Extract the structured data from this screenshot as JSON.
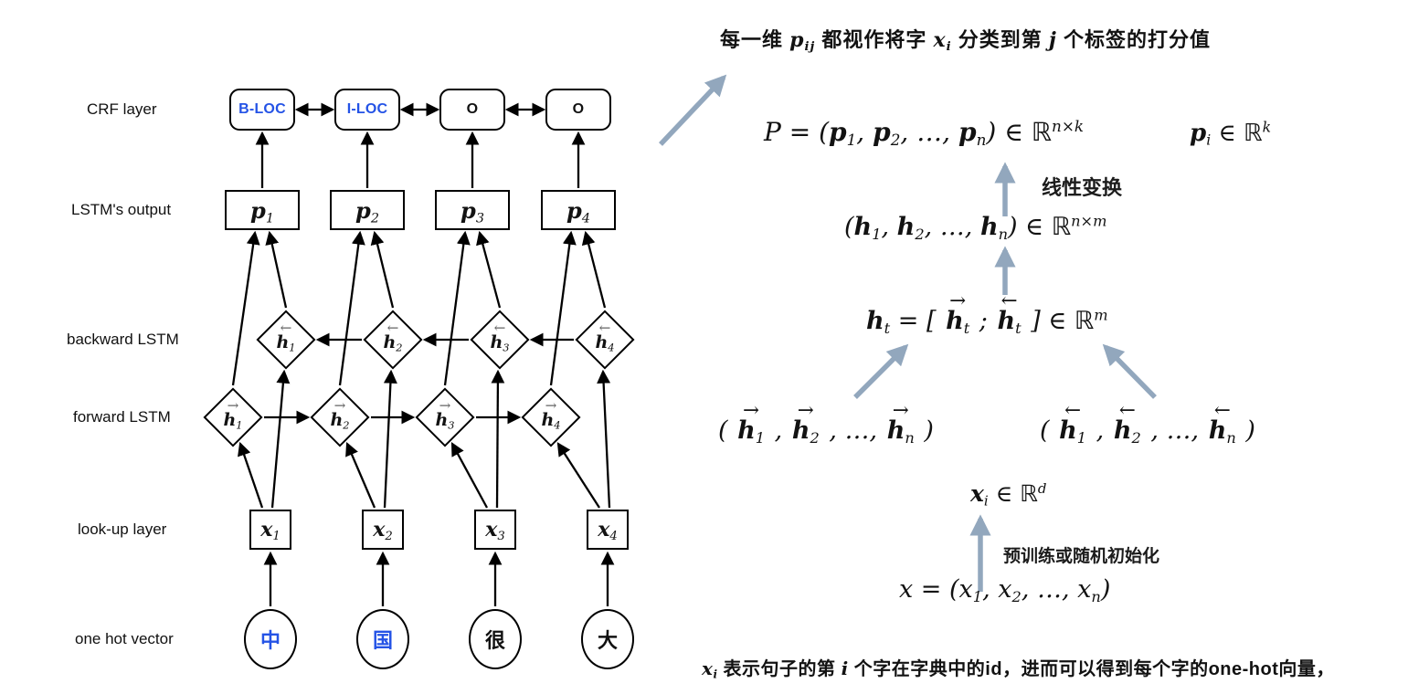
{
  "colors": {
    "accent_blue": "#2453e6",
    "arrow_gray": "#92a7bd",
    "ink": "#121212"
  },
  "diagram": {
    "row_labels": [
      "CRF layer",
      "LSTM's output",
      "backward LSTM",
      "forward LSTM",
      "look-up layer",
      "one hot vector"
    ],
    "crf_tags": [
      {
        "label": "B-LOC",
        "color": "blue"
      },
      {
        "label": "I-LOC",
        "color": "blue"
      },
      {
        "label": "O",
        "color": "black"
      },
      {
        "label": "O",
        "color": "black"
      }
    ],
    "lstm_output": [
      "$*p*_1$",
      "$*p*_2$",
      "$*p*_3$",
      "$*p*_4$"
    ],
    "backward_lstm": [
      "$<<{*h*_1}$",
      "$<<{*h*_2}$",
      "$<<{*h*_3}$",
      "$<<{*h*_4}$"
    ],
    "forward_lstm": [
      "$>>{*h*_1}$",
      "$>>{*h*_2}$",
      "$>>{*h*_3}$",
      "$>>{*h*_4}$"
    ],
    "lookup": [
      "$*x*_1$",
      "$*x*_2$",
      "$*x*_3$",
      "$*x*_4$"
    ],
    "one_hot": [
      {
        "char": "中",
        "color": "blue"
      },
      {
        "char": "国",
        "color": "blue"
      },
      {
        "char": "很",
        "color": "black"
      },
      {
        "char": "大",
        "color": "black"
      }
    ]
  },
  "panel": {
    "top_note": "每一维 $*p*_{ij}$ 都视作将字 $*x*_i$ 分类到第 $j$ 个标签的打分值",
    "p_eq": "$P = (*p*_1, *p*_2, …, *p*_n) ∈ ℝ^{n×k}$",
    "p_i": "$*p*_i ∈ ℝ^k$",
    "linear_label": "线性变换",
    "h_seq": "$(*h*_1, *h*_2, …, *h*_n) ∈ ℝ^{n×m}$",
    "h_t": "$*h*_t = [ >>{*h*_t} ; <<{*h*_t} ] ∈ ℝ^m$",
    "fwd_seq": "$( >>{*h*_1} , >>{*h*_2} , …, >>{*h*_n} )$",
    "bwd_seq": "$( <<{*h*_1} , <<{*h*_2} , …, <<{*h*_n} )$",
    "x_i": "$*x*_i ∈ ℝ^d$",
    "init_label": "预训练或随机初始化",
    "x_eq": "$x = (x_1, x_2, …, x_n)$",
    "bottom_note": "$*x*_i$ 表示句子的第 $i$ 个字在字典中的id，进而可以得到每个字的one-hot向量，"
  }
}
